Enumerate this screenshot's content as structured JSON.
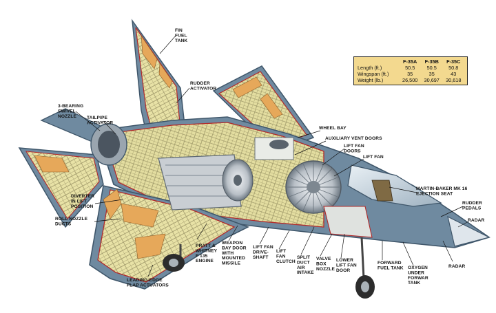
{
  "specs": {
    "columns": [
      "",
      "F-35A",
      "F-35B",
      "F-35C"
    ],
    "rows": [
      {
        "label": "Length (ft.)",
        "values": [
          "50.5",
          "50.5",
          "50.8"
        ]
      },
      {
        "label": "Wingspan (ft.)",
        "values": [
          "35",
          "35",
          "43"
        ]
      },
      {
        "label": "Weight (lb.)",
        "values": [
          "26,500",
          "30,697",
          "30,618"
        ]
      }
    ]
  },
  "labels": {
    "fin_fuel_tank": [
      "FIN",
      "FUEL",
      "TANK"
    ],
    "rudder_activator": [
      "RUDDER",
      "ACTIVATOR"
    ],
    "swivel_nozzle": [
      "3-BEARING",
      "SWIVEL",
      "NOZZLE"
    ],
    "tailpipe_activator": [
      "TAILPIPE",
      "ACTIVATOR"
    ],
    "wheel_bay": [
      "WHEEL BAY"
    ],
    "auxiliary_vent_doors": [
      "AUXILIARY VENT DOORS"
    ],
    "lift_fan_doors": [
      "LIFT FAN",
      "DOORS"
    ],
    "lift_fan": [
      "LIFT FAN"
    ],
    "ejection_seat": [
      "MARTIN-BAKER MK 16",
      "EJECTION SEAT"
    ],
    "rudder_pedals": [
      "RUDDER",
      "PEDALS"
    ],
    "radar_upper": [
      "RADAR"
    ],
    "radar_lower": [
      "RADAR"
    ],
    "diverter": [
      "DIVERTER",
      "IN LIFT",
      "POSITION"
    ],
    "roll_nozzle_ducts": [
      "ROLL NOZZLE",
      "DUCTS"
    ],
    "engine": [
      "PRATT &",
      "WHITNEY",
      "F 135",
      "ENGINE"
    ],
    "weapon_bay_door": [
      "WEAPON",
      "BAY DOOR",
      "WITH",
      "MOUNTED",
      "MISSILE"
    ],
    "lift_fan_driveshaft": [
      "LIFT FAN",
      "DRIVE-",
      "SHAFT"
    ],
    "lift_fan_clutch": [
      "LIFT",
      "FAN",
      "CLUTCH"
    ],
    "split_duct_air_intake": [
      "SPLIT",
      "DUCT",
      "AIR",
      "INTAKE"
    ],
    "valve_box_nozzle": [
      "VALVE",
      "BOX",
      "NOZZLE"
    ],
    "lower_lift_fan_door": [
      "LOWER",
      "LIFT FAN",
      "DOOR"
    ],
    "forward_fuel_tank": [
      "FORWARD",
      "FUEL TANK"
    ],
    "oxygen_under_forward_tank": [
      "OXYGEN",
      "UNDER",
      "FORWAR",
      "TANK"
    ],
    "flap_actuators": [
      "LEADING-EDGE",
      "FLAP ACTUATORS"
    ]
  },
  "colors": {
    "skin": "#6f8aa0",
    "skin_dark": "#3f566a",
    "structure": "#e8e2a6",
    "fuel_tank": "#e6a85a",
    "red_outline": "#b22a2a",
    "engine_metal": "#c9ced3",
    "spec_box": "#f3d98f"
  }
}
